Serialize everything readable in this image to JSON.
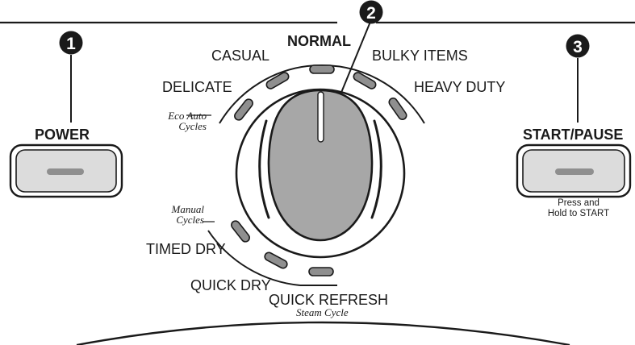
{
  "callouts": [
    "1",
    "2",
    "3"
  ],
  "power": {
    "label": "POWER"
  },
  "start_pause": {
    "label": "START/PAUSE",
    "hint_line1": "Press and",
    "hint_line2": "Hold to START"
  },
  "dial": {
    "eco_group": {
      "line1": "Eco Auto",
      "line2": "Cycles"
    },
    "manual_group": {
      "line1": "Manual",
      "line2": "Cycles"
    },
    "cycles": {
      "normal": "NORMAL",
      "casual": "CASUAL",
      "bulky_items": "BULKY ITEMS",
      "delicate": "DELICATE",
      "heavy_duty": "HEAVY DUTY",
      "timed_dry": "TIMED DRY",
      "quick_dry": "QUICK DRY",
      "quick_refresh": "QUICK REFRESH"
    },
    "quick_refresh_sub": "Steam Cycle"
  },
  "colors": {
    "ink": "#1a1a1a",
    "knob_fill": "#a7a7a7",
    "button_fill": "#dcdcdc",
    "indicator_fill": "#8f8f8f"
  }
}
